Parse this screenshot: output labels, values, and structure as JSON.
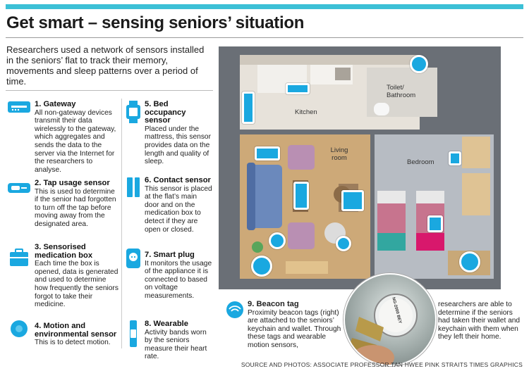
{
  "title": "Get smart – sensing seniors’ situation",
  "intro": "Researchers used a network of sensors installed in the seniors’ flat to track their memory, movements and sleep patterns over a period of time.",
  "items": [
    {
      "head": "1. Gateway",
      "body": "All non-gateway devices transmit their data wirelessly to the gateway, which aggregates and sends the data to the server via the Internet for the researchers to analyse.",
      "icon": "router-icon"
    },
    {
      "head": "2. Tap usage sensor",
      "body": "This is used to determine if the senior had forgotten to turn off the tap before moving away from the designated area.",
      "icon": "tap-sensor-icon"
    },
    {
      "head": "3. Sensorised medication box",
      "body": "Each time the box is opened, data is generated and used to determine how frequently the seniors forgot to take their medicine.",
      "icon": "medication-box-icon"
    },
    {
      "head": "4. Motion and environmental sensor",
      "body": "This is to detect motion.",
      "icon": "motion-sensor-icon"
    },
    {
      "head": "5. Bed occupancy sensor",
      "body": "Placed under the mattress, this sensor provides data on the length and quality of sleep.",
      "icon": "bed-sensor-icon"
    },
    {
      "head": "6. Contact sensor",
      "body": "This sensor is placed at the flat’s main door and on the medication box to detect if they are open or closed.",
      "icon": "contact-sensor-icon"
    },
    {
      "head": "7. Smart plug",
      "body": "It monitors the usage of the appliance it is connected to based on voltage measurements.",
      "icon": "smart-plug-icon"
    },
    {
      "head": "8. Wearable",
      "body": "Activity bands worn by the seniors measure their heart rate.",
      "icon": "wearable-icon"
    }
  ],
  "beacon": {
    "head": "9. Beacon tag",
    "body_left": "Proximity beacon tags (right) are attached to the seniors’ keychain and wallet. Through these tags and wearable motion sensors,",
    "body_right": "researchers are able to determine if the seniors had taken their wallet and keychain with them when they left their home.",
    "icon": "beacon-tag-icon",
    "tag_text": "NG-2000 BEY"
  },
  "rooms": {
    "kitchen": "Kitchen",
    "living": "Living room",
    "toilet": "Toilet/ Bathroom",
    "bedroom": "Bedroom"
  },
  "footer": "SOURCE AND PHOTOS: ASSOCIATE PROFESSOR TAN HWEE PINK   STRAITS TIMES GRAPHICS",
  "colors": {
    "accent": "#1aa8e0",
    "topbar": "#3cc0d6"
  }
}
